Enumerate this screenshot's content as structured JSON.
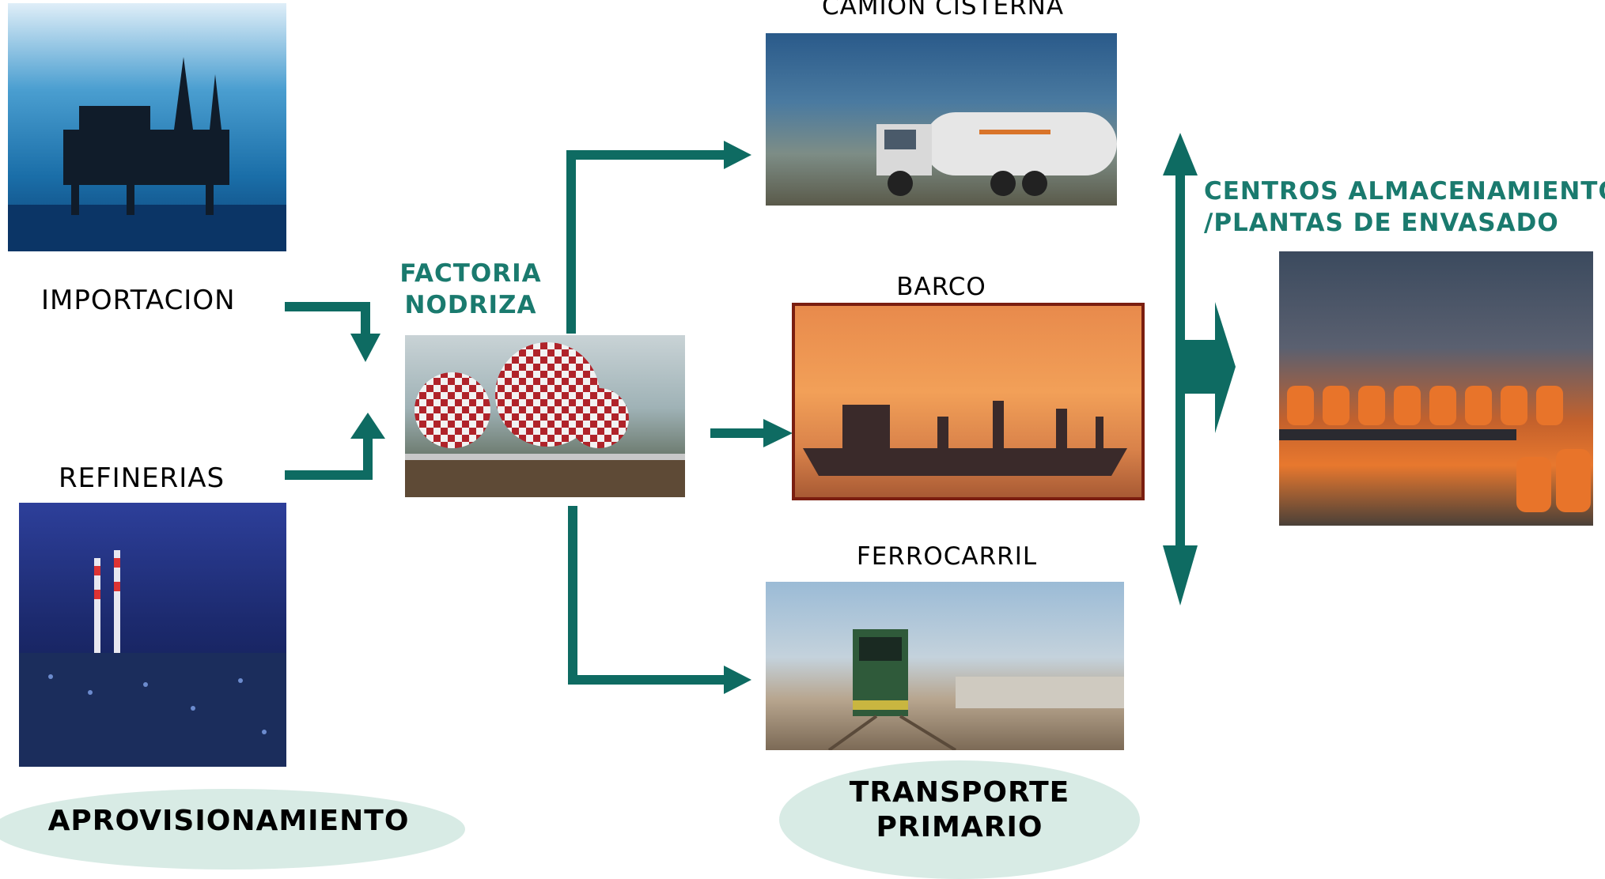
{
  "labels": {
    "importacion": "IMPORTACION",
    "refinerias": "REFINERIAS",
    "factoria_line1": "FACTORIA",
    "factoria_line2": "NODRIZA",
    "camion": "CAMION CISTERNA",
    "barco": "BARCO",
    "ferrocarril": "FERROCARRIL",
    "centros_line1": "CENTROS ALMACENAMIENTO",
    "centros_line2": "/PLANTAS DE ENVASADO"
  },
  "stages": {
    "aprovisionamiento": "APROVISIONAMIENTO",
    "transporte_line1": "TRANSPORTE",
    "transporte_line2": "PRIMARIO"
  },
  "images": {
    "platform": "offshore-oil-platform",
    "refinery": "refinery-at-night",
    "tanks": "spherical-gas-tanks",
    "truck": "tanker-truck",
    "ship": "cargo-ship-at-sunset",
    "train": "freight-train",
    "bottles": "gas-cylinder-bottling-plant"
  },
  "colors": {
    "arrow": "#0e6b62",
    "green_text": "#1a7a6e",
    "pill": "#d8ebe5"
  }
}
